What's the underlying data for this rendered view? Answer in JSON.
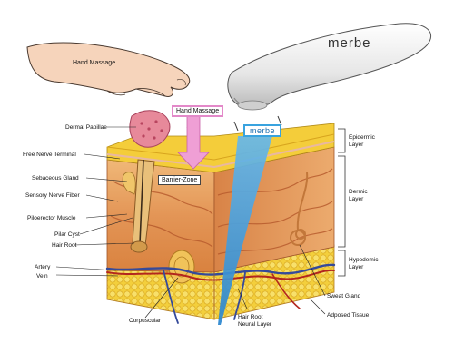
{
  "device_brand": "merbe",
  "labels": {
    "hand_massage_top": "Hand Massage",
    "hand_massage_box": "Hand Massage",
    "merbe_box": "merbe",
    "barrier_zone": "Barrier-Zone",
    "dermal_papillae": "Dermal Papillae",
    "free_nerve_terminal": "Free Nerve Terminal",
    "sebaceous_gland": "Sebaceous Gland",
    "sensory_nerve_fiber": "Sensory Nerve Fiber",
    "piloerector_muscle": "Piloerector Muscle",
    "pilar_cyst": "Pilar Cyst",
    "hair_root": "Hair Root",
    "artery": "Artery",
    "vein": "Vein",
    "corpuscular": "Corpuscular",
    "hair_root_neural": "Hair Root\nNeural Layer",
    "sweat_gland": "Sweat Gland",
    "adposed_tissue": "Adposed Tissue",
    "epidermic_layer": "Epidermic\nLayer",
    "dermic_layer": "Dermic\nLayer",
    "hypodermic_layer": "Hypodemic\nLayer"
  },
  "colors": {
    "epidermis": "#f3c832",
    "dermis": "#e8a05e",
    "dermis_dark": "#c8693a",
    "hypodermis": "#f2d445",
    "skin_hand": "#f5d2b8",
    "device_body": "#e9e9e9",
    "pink_arrow": "#ef9fd5",
    "blue_beam": "#3b9ee0",
    "vein": "#354a9a",
    "artery": "#b3261e"
  }
}
